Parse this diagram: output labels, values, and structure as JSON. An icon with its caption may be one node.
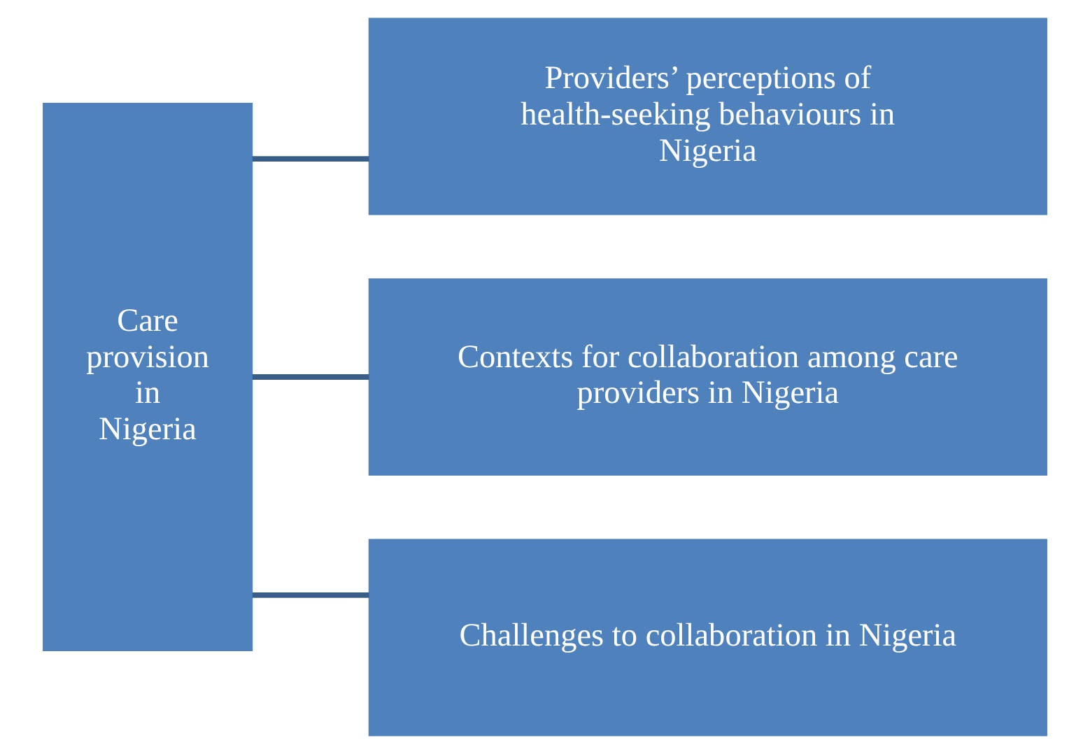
{
  "diagram": {
    "nodes": [
      {
        "text": [
          "Care provision in Nigeria"
        ]
      },
      {
        "text": [
          "Providers’ perceptions of health-seeking behaviours in Nigeria"
        ]
      },
      {
        "text": [
          "Contexts for collaboration among care providers in Nigeria"
        ]
      },
      {
        "text": [
          "Challenges to collaboration in Nigeria"
        ]
      }
    ],
    "edges": [
      {
        "from": 0,
        "to": 1,
        "arrow": "none"
      },
      {
        "from": 0,
        "to": 2,
        "arrow": "none"
      },
      {
        "from": 0,
        "to": 3,
        "arrow": "none"
      }
    ]
  }
}
